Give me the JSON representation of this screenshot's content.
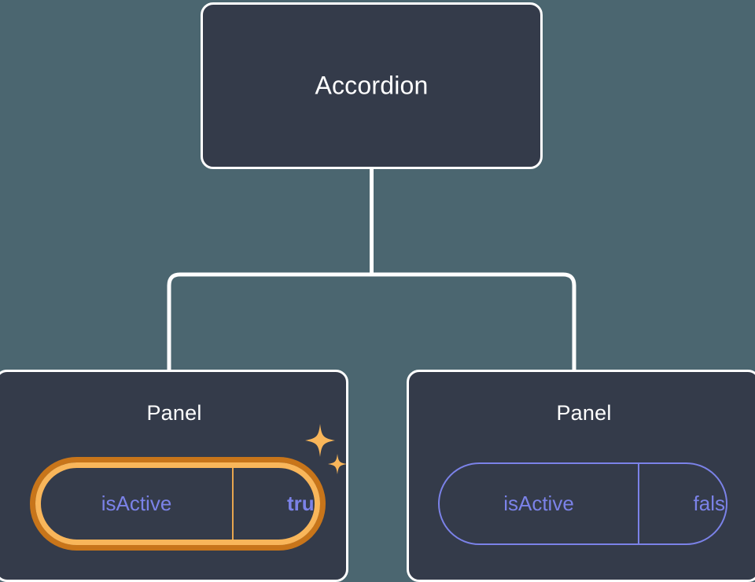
{
  "canvas": {
    "background_color": "#4b6670",
    "node_fill_color": "#343b4a",
    "node_border_color": "#ffffff",
    "connector_color": "#ffffff",
    "prop_text_color": "#7b82e8",
    "highlight_outer_ring_color": "#c8751a",
    "highlight_inner_ring_color": "#f9b65a",
    "sparkle_color": "#f9b65a"
  },
  "tree": {
    "root": {
      "title": "Accordion"
    },
    "children": [
      {
        "title": "Panel",
        "highlighted": true,
        "prop": {
          "key": "isActive",
          "value": "true"
        },
        "decorations": [
          "sparkle-large-icon",
          "sparkle-small-icon"
        ]
      },
      {
        "title": "Panel",
        "highlighted": false,
        "prop": {
          "key": "isActive",
          "value": "false"
        },
        "decorations": []
      }
    ]
  }
}
